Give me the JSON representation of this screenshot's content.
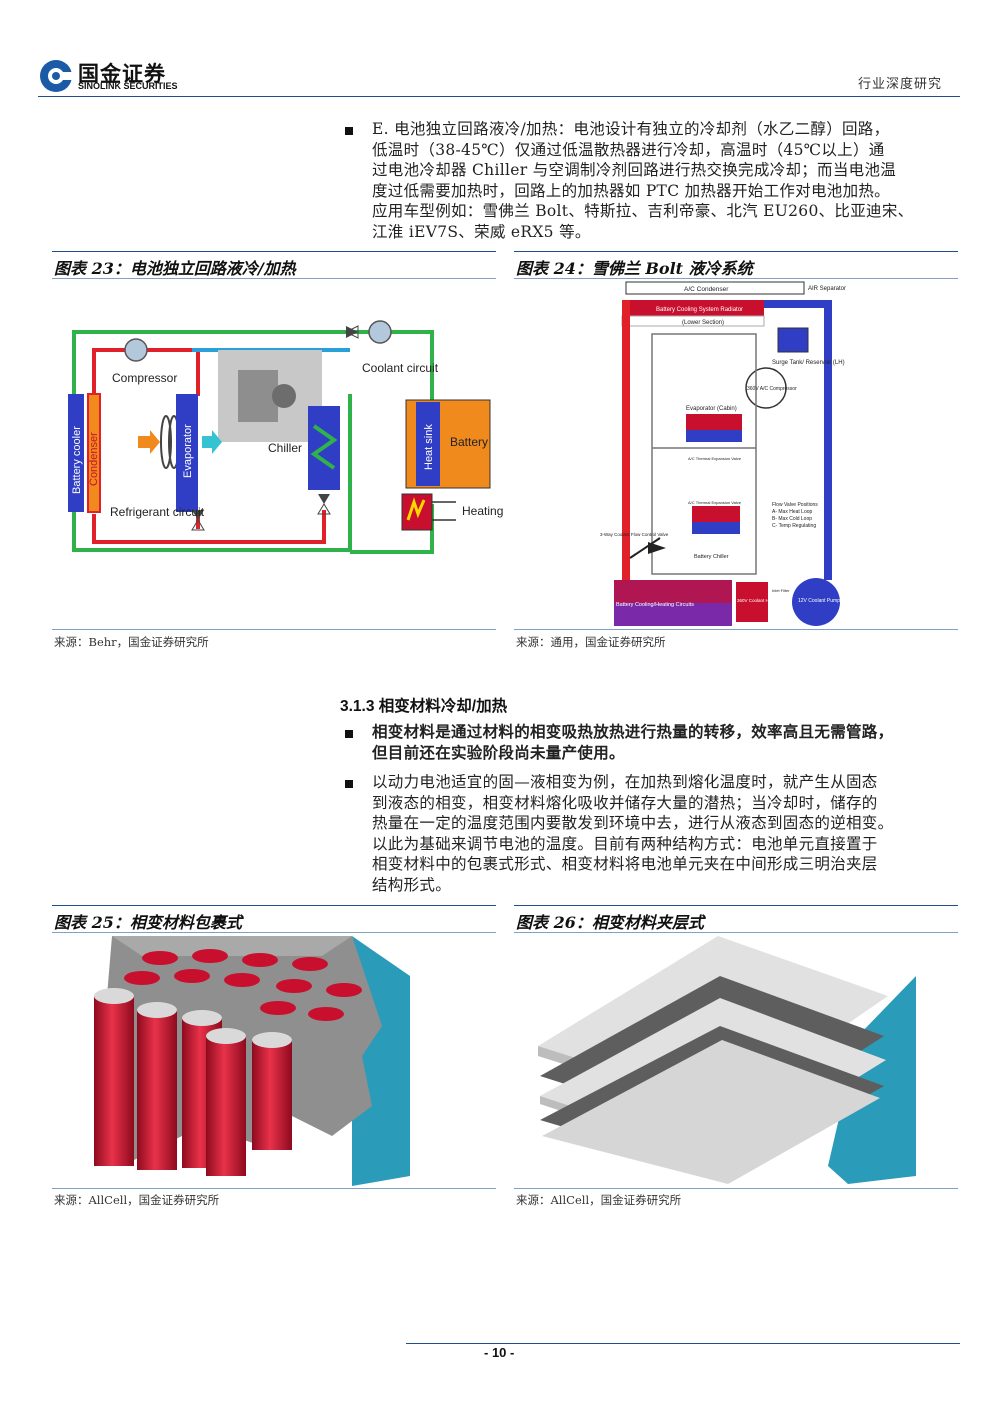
{
  "header": {
    "logo_cn": "国金证券",
    "logo_en": "SINOLINK SECURITIES",
    "report_type": "行业深度研究"
  },
  "section_e": {
    "bullet_text_lines": [
      "E. 电池独立回路液冷/加热：电池设计有独立的冷却剂（水乙二醇）回路，",
      "低温时（38-45℃）仅通过低温散热器进行冷却，高温时（45℃以上）通",
      "过电池冷却器 Chiller 与空调制冷剂回路进行热交换完成冷却；而当电池温",
      "度过低需要加热时，回路上的加热器如 PTC 加热器开始工作对电池加热。",
      "应用车型例如：雪佛兰 Bolt、特斯拉、吉利帝豪、北汽 EU260、比亚迪宋、",
      "江淮 iEV7S、荣威 eRX5 等。"
    ]
  },
  "figures": {
    "fig23": {
      "title": "图表 23：电池独立回路液冷/加热",
      "source": "来源：Behr，国金证券研究所",
      "labels": {
        "compressor": "Compressor",
        "coolant_circuit": "Coolant circuit",
        "battery_cooler": "Battery cooler",
        "condenser": "Condenser",
        "evaporator": "Evaporator",
        "chiller": "Chiller",
        "heat_sink": "Heat sink",
        "battery": "Battery",
        "refrigerant_circuit": "Refrigerant circuit",
        "heating": "Heating"
      }
    },
    "fig24": {
      "title": "图表 24：雪佛兰 Bolt 液冷系统",
      "source": "来源：通用，国金证券研究所",
      "labels": {
        "ac_condenser": "A/C Condenser",
        "air_separator": "AIR Separator",
        "radiator": "Battery Cooling System Radiator",
        "lower_section": "(Lower Section)",
        "surge_tank": "Surge Tank/ Reservoir (LH)",
        "compressor": "360V A/C Compressor",
        "evaporator": "Evaporator (Cabin)",
        "exp_valve_1": "A/C Thermal Expansion Valve",
        "exp_valve_2": "A/C Thermal Expansion Valve",
        "flow_valve": "Flow Valve Positions",
        "flow_a": "A- Max Heat Loop",
        "flow_b": "B- Max Cold Loop",
        "flow_c": "C- Temp Regulating",
        "three_way": "3-Way Coolant Flow Control Valve",
        "battery_chiller": "Battery Chiller",
        "circuits": "Battery Cooling/Heating Circuits",
        "coolant_heater": "360V Coolant Heater",
        "inlet_filter": "Inlet Filter",
        "pump": "12V Coolant Pump"
      }
    },
    "fig25": {
      "title": "图表 25：相变材料包裹式",
      "source": "来源：AllCell，国金证券研究所"
    },
    "fig26": {
      "title": "图表 26：相变材料夹层式",
      "source": "来源：AllCell，国金证券研究所"
    }
  },
  "section_313": {
    "heading": "3.1.3 相变材料冷却/加热",
    "bold_bullet_lines": [
      "相变材料是通过材料的相变吸热放热进行热量的转移，效率高且无需管路，",
      "但目前还在实验阶段尚未量产使用。"
    ],
    "bullet2_lines": [
      "以动力电池适宜的固—液相变为例，在加热到熔化温度时，就产生从固态",
      "到液态的相变，相变材料熔化吸收并储存大量的潜热；当冷却时，储存的",
      "热量在一定的温度范围内要散发到环境中去，进行从液态到固态的逆相变。",
      "以此为基础来调节电池的温度。目前有两种结构方式：电池单元直接置于",
      "相变材料中的包裹式形式、相变材料将电池单元夹在中间形成三明治夹层",
      "结构形式。"
    ]
  },
  "footer": {
    "page_number": "- 10 -"
  },
  "colors": {
    "rule_blue": "#1f4e8c",
    "refrigerant_red": "#e0212a",
    "coolant_green": "#2fb24a",
    "cooler_blue": "#2f3ec4",
    "battery_orange": "#f08a1c",
    "cell_red": "#c8102e",
    "pcm_teal": "#2a9bb8"
  }
}
